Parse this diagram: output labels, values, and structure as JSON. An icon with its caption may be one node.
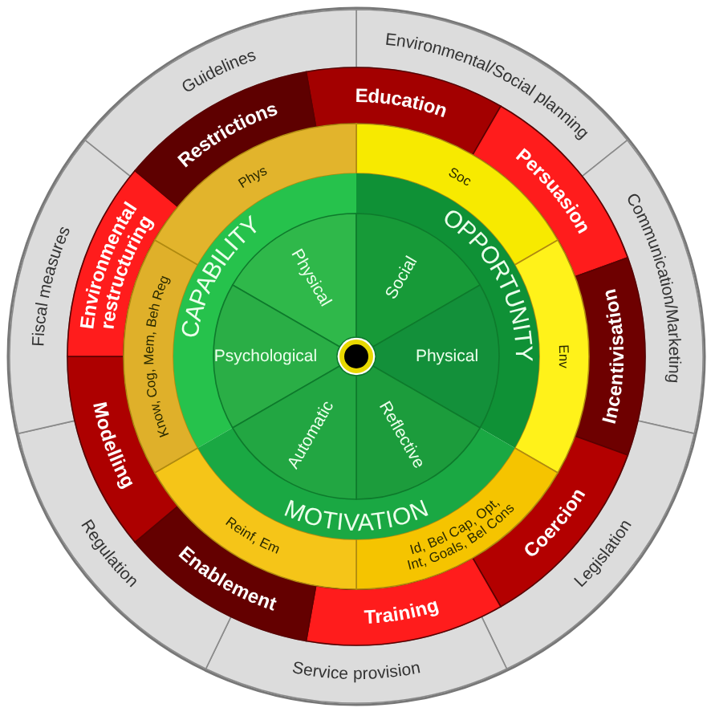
{
  "diagram": {
    "nodes": [
      {
        "text": [
          "Environmental/Social planning"
        ]
      },
      {
        "text": [
          "Communication/Marketing"
        ]
      },
      {
        "text": [
          "Legislation"
        ]
      },
      {
        "text": [
          "Service provision"
        ]
      },
      {
        "text": [
          "Regulation"
        ]
      },
      {
        "text": [
          "Fiscal measures"
        ]
      },
      {
        "text": [
          "Guidelines"
        ]
      },
      {
        "text": [
          "Education"
        ]
      },
      {
        "text": [
          "Persuasion"
        ]
      },
      {
        "text": [
          "Incentivisation"
        ]
      },
      {
        "text": [
          "Coercion"
        ]
      },
      {
        "text": [
          "Training"
        ]
      },
      {
        "text": [
          "Enablement"
        ]
      },
      {
        "text": [
          "Modelling"
        ]
      },
      {
        "text": [
          "Environmental restructuring"
        ]
      },
      {
        "text": [
          "Restrictions"
        ]
      },
      {
        "text": [
          "Soc"
        ]
      },
      {
        "text": [
          "Env"
        ]
      },
      {
        "text": [
          "Id, Bel Cap, Opt, Int, Goals, Bel Cons"
        ]
      },
      {
        "text": [
          "Reinf, Em"
        ]
      },
      {
        "text": [
          "Know, Cog, Mem, Beh Reg"
        ]
      },
      {
        "text": [
          "Phys"
        ]
      },
      {
        "text": [
          "CAPABILITY"
        ]
      },
      {
        "text": [
          "OPPORTUNITY"
        ]
      },
      {
        "text": [
          "MOTIVATION"
        ]
      },
      {
        "text": [
          "Physical"
        ],
        "in": 22
      },
      {
        "text": [
          "Social"
        ],
        "in": 23
      },
      {
        "text": [
          "Physical"
        ],
        "in": 23
      },
      {
        "text": [
          "Reflective"
        ],
        "in": 24
      },
      {
        "text": [
          "Automatic"
        ],
        "in": 24
      },
      {
        "text": [
          "Psychological"
        ],
        "in": 22
      }
    ]
  }
}
